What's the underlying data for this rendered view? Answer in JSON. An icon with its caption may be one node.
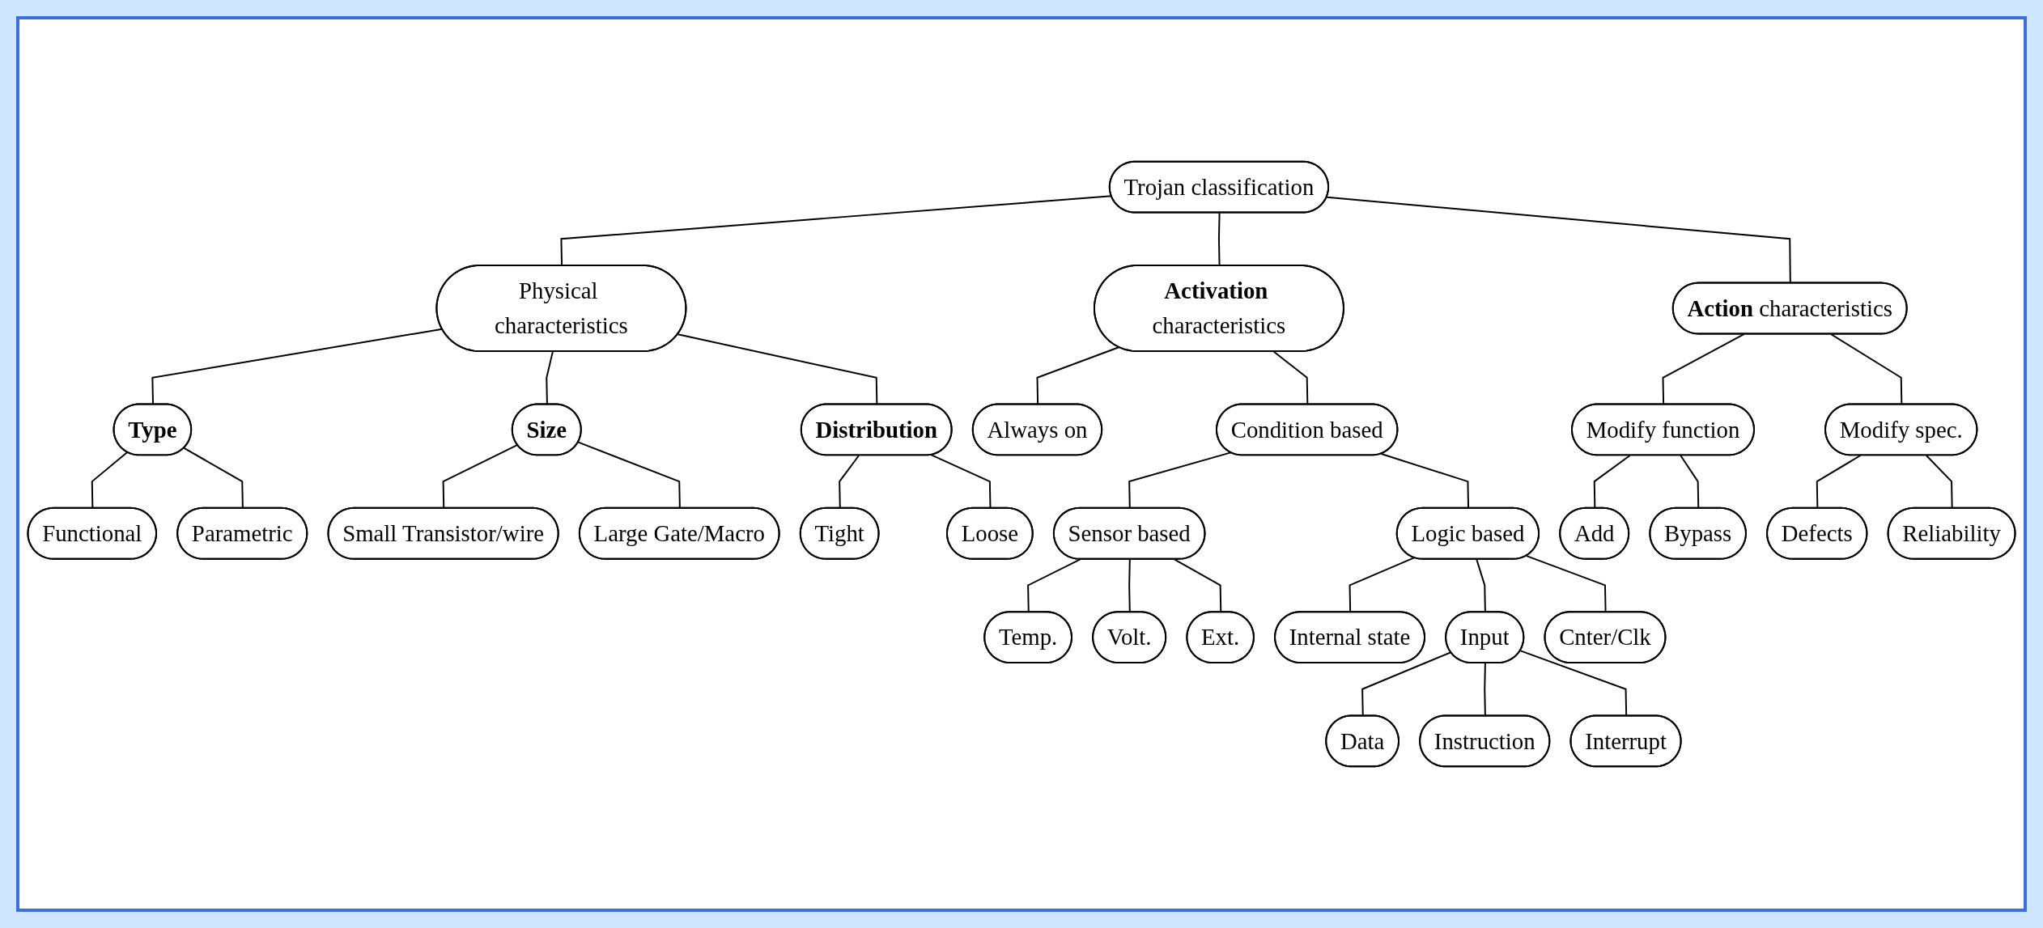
{
  "diagram": {
    "nodes": [
      {
        "text": [
          "Trojan classification"
        ]
      },
      {
        "text": [
          "Physical characteristics"
        ]
      },
      {
        "text": [
          "**Activation** characteristics"
        ]
      },
      {
        "text": [
          "**Action** characteristics"
        ]
      },
      {
        "text": [
          "Type"
        ]
      },
      {
        "text": [
          "Distribution"
        ]
      },
      {
        "text": [
          "Always on"
        ]
      },
      {
        "text": [
          "Condition based"
        ]
      },
      {
        "text": [
          "Modify function"
        ]
      },
      {
        "text": [
          "Functional"
        ]
      },
      {
        "text": [
          "Parametric"
        ]
      },
      {
        "text": [
          "Tight"
        ]
      },
      {
        "text": [
          "Loose"
        ]
      },
      {
        "text": [
          "Sensor based"
        ]
      },
      {
        "text": [
          "Logic based"
        ]
      },
      {
        "text": [
          "Add"
        ]
      },
      {
        "text": [
          "Bypass"
        ]
      },
      {
        "text": [
          "Size"
        ]
      },
      {
        "text": [
          "Temp."
        ]
      },
      {
        "text": [
          "Volt."
        ]
      },
      {
        "text": [
          "Ext."
        ]
      },
      {
        "text": [
          "Modify spec."
        ]
      },
      {
        "text": [
          "Small Transistor/wire"
        ]
      },
      {
        "text": [
          "Large Gate/Macro"
        ]
      },
      {
        "text": [
          "Internal state"
        ]
      },
      {
        "text": [
          "Input"
        ]
      },
      {
        "text": [
          "Cnter/Clk"
        ]
      },
      {
        "text": [
          "Defects"
        ]
      },
      {
        "text": [
          "Reliability"
        ]
      },
      {
        "text": [
          "Data"
        ]
      },
      {
        "text": [
          "Instruction"
        ]
      },
      {
        "text": [
          "Interrupt"
        ]
      }
    ],
    "edges": [
      {
        "from": 0,
        "to": 1,
        "arrow": "none"
      },
      {
        "from": 0,
        "to": 2,
        "arrow": "none"
      },
      {
        "from": 0,
        "to": 3,
        "arrow": "none"
      },
      {
        "from": 1,
        "to": 4,
        "arrow": "none"
      },
      {
        "from": 1,
        "to": 17,
        "arrow": "none"
      },
      {
        "from": 1,
        "to": 5,
        "arrow": "none"
      },
      {
        "from": 2,
        "to": 6,
        "arrow": "none"
      },
      {
        "from": 2,
        "to": 7,
        "arrow": "none"
      },
      {
        "from": 3,
        "to": 8,
        "arrow": "none"
      },
      {
        "from": 3,
        "to": 21,
        "arrow": "none"
      },
      {
        "from": 4,
        "to": 9,
        "arrow": "none"
      },
      {
        "from": 4,
        "to": 10,
        "arrow": "none"
      },
      {
        "from": 5,
        "to": 11,
        "arrow": "none"
      },
      {
        "from": 5,
        "to": 12,
        "arrow": "none"
      },
      {
        "from": 7,
        "to": 13,
        "arrow": "none"
      },
      {
        "from": 7,
        "to": 14,
        "arrow": "none"
      },
      {
        "from": 8,
        "to": 15,
        "arrow": "none"
      },
      {
        "from": 8,
        "to": 16,
        "arrow": "none"
      },
      {
        "from": 13,
        "to": 18,
        "arrow": "none"
      },
      {
        "from": 13,
        "to": 19,
        "arrow": "none"
      },
      {
        "from": 13,
        "to": 20,
        "arrow": "none"
      },
      {
        "from": 14,
        "to": 24,
        "arrow": "none"
      },
      {
        "from": 14,
        "to": 25,
        "arrow": "none"
      },
      {
        "from": 14,
        "to": 26,
        "arrow": "none"
      },
      {
        "from": 17,
        "to": 22,
        "arrow": "none"
      },
      {
        "from": 17,
        "to": 23,
        "arrow": "none"
      },
      {
        "from": 21,
        "to": 27,
        "arrow": "none"
      },
      {
        "from": 21,
        "to": 28,
        "arrow": "none"
      },
      {
        "from": 25,
        "to": 29,
        "arrow": "none"
      },
      {
        "from": 25,
        "to": 30,
        "arrow": "none"
      },
      {
        "from": 25,
        "to": 31,
        "arrow": "none"
      }
    ]
  }
}
